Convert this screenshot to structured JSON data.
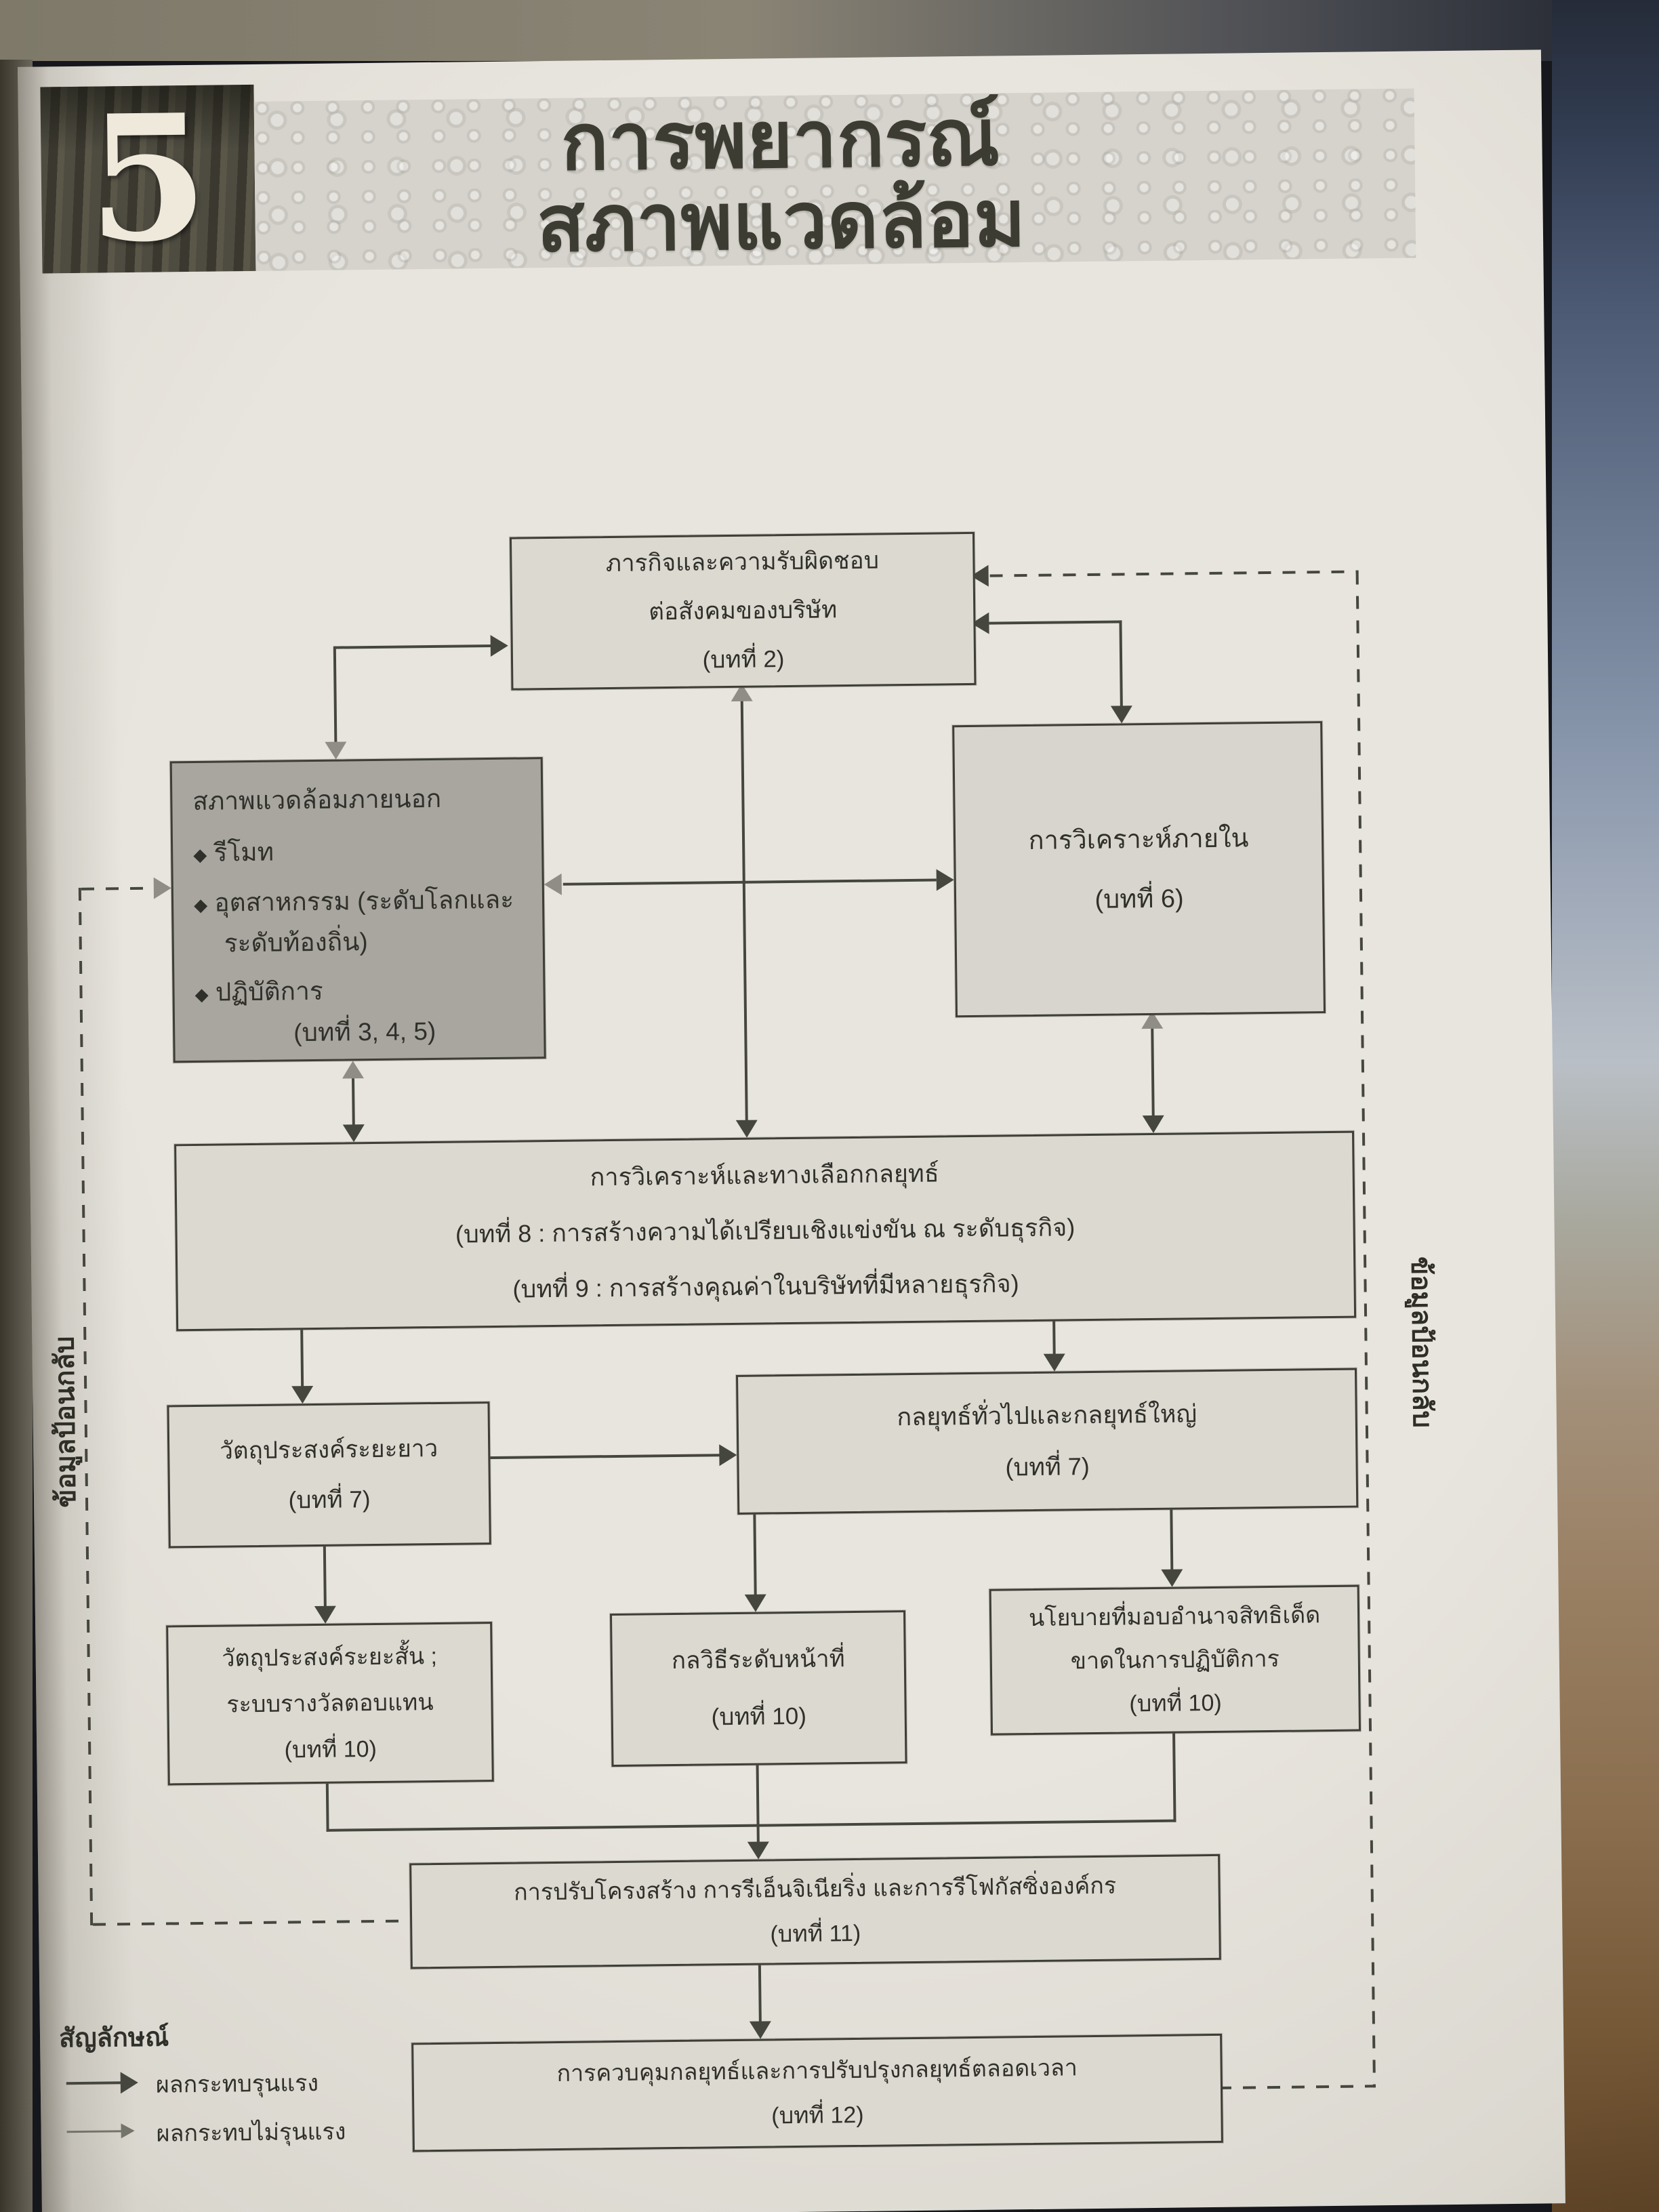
{
  "header": {
    "chapter_number": "5",
    "title_lines": [
      "การพยากรณ์",
      "สภาพแวดล้อม"
    ]
  },
  "diagram": {
    "boxes": {
      "mission": {
        "lines": [
          "ภารกิจและความรับผิดชอบ",
          "ต่อสังคมของบริษัท",
          "(บทที่ 2)"
        ]
      },
      "external_environment": {
        "title": "สภาพแวดล้อมภายนอก",
        "bullet_icon": "diamond-bullet",
        "bullets": [
          {
            "lines": [
              "รีโมท",
              ""
            ]
          },
          {
            "lines": [
              "อุตสาหกรรม (ระดับโลกและ",
              "ระดับท้องถิ่น)"
            ]
          },
          {
            "lines": [
              "ปฏิบัติการ",
              ""
            ]
          }
        ],
        "chapter": "(บทที่  3, 4, 5)"
      },
      "internal_analysis": {
        "lines": [
          "การวิเคราะห์ภายใน",
          "(บทที่ 6)"
        ]
      },
      "strategic_analysis": {
        "lines": [
          "การวิเคราะห์และทางเลือกกลยุทธ์",
          "(บทที่ 8 : การสร้างความได้เปรียบเชิงแข่งขัน ณ ระดับธุรกิจ)",
          "(บทที่  9 : การสร้างคุณค่าในบริษัทที่มีหลายธุรกิจ)"
        ]
      },
      "long_term_objectives": {
        "lines": [
          "วัตถุประสงค์ระยะยาว",
          "(บทที่ 7)"
        ]
      },
      "generic_grand_strategies": {
        "lines": [
          "กลยุทธ์ทั่วไปและกลยุทธ์ใหญ่",
          "(บทที่ 7)"
        ]
      },
      "short_term_objectives": {
        "lines": [
          "วัตถุประสงค์ระยะสั้น ;",
          "ระบบรางวัลตอบแทน",
          "(บทที่ 10)"
        ]
      },
      "functional_tactics": {
        "lines": [
          "กลวิธีระดับหน้าที่",
          "(บทที่ 10)"
        ]
      },
      "empowerment_policies": {
        "lines": [
          "นโยบายที่มอบอำนาจสิทธิเด็ด",
          "ขาดในการปฏิบัติการ",
          "(บทที่ 10)"
        ]
      },
      "restructuring": {
        "lines": [
          "การปรับโครงสร้าง การรีเอ็นจิเนียริ่ง และการรีโฟกัสซิ่งองค์กร",
          "(บทที่ 11)"
        ]
      },
      "strategic_control": {
        "lines": [
          "การควบคุมกลยุทธ์และการปรับปรุงกลยุทธ์ตลอดเวลา",
          "(บทที่ 12)"
        ]
      }
    },
    "side_labels": {
      "left": "ข้อมูลป้อนกลับ",
      "right": "ข้อมูลป้อนกลับ"
    },
    "legend": {
      "title": "สัญลักษณ์",
      "items": [
        {
          "symbol": "solid-arrow",
          "label": "ผลกระทบรุนแรง"
        },
        {
          "symbol": "light-arrow",
          "label": "ผลกระทบไม่รุนแรง"
        }
      ]
    },
    "connections": [
      {
        "from": "external_environment",
        "to": "mission",
        "style": "solid-elbow",
        "strength": "strong-into-mission, weak-into-external"
      },
      {
        "from": "feedback-right",
        "to": "mission",
        "style": "dashed",
        "strength": "strong"
      },
      {
        "from": "mission",
        "to": "internal_analysis",
        "style": "solid-elbow",
        "strength": "strong-both-ends"
      },
      {
        "from": "external_environment",
        "to": "internal_analysis",
        "style": "solid-horizontal",
        "strength": "strong-into-internal, weak-into-external"
      },
      {
        "from": "mission",
        "to": "strategic_analysis",
        "style": "solid-vertical",
        "strength": "strong-down, weak-up"
      },
      {
        "from": "external_environment",
        "to": "strategic_analysis",
        "style": "solid-vertical",
        "strength": "strong-down, weak-up"
      },
      {
        "from": "internal_analysis",
        "to": "strategic_analysis",
        "style": "solid-vertical",
        "strength": "strong-down, weak-up"
      },
      {
        "from": "strategic_analysis",
        "to": "long_term_objectives",
        "style": "solid-vertical",
        "strength": "strong"
      },
      {
        "from": "strategic_analysis",
        "to": "generic_grand_strategies",
        "style": "solid-vertical",
        "strength": "strong"
      },
      {
        "from": "long_term_objectives",
        "to": "generic_grand_strategies",
        "style": "solid-horizontal",
        "strength": "strong"
      },
      {
        "from": "long_term_objectives",
        "to": "short_term_objectives",
        "style": "solid-vertical",
        "strength": "strong"
      },
      {
        "from": "generic_grand_strategies",
        "to": "functional_tactics",
        "style": "solid-vertical",
        "strength": "strong"
      },
      {
        "from": "generic_grand_strategies",
        "to": "empowerment_policies",
        "style": "solid-vertical",
        "strength": "strong"
      },
      {
        "from": "short_term_objectives+functional_tactics+empowerment_policies",
        "to": "restructuring",
        "style": "solid-merge",
        "strength": "strong"
      },
      {
        "from": "restructuring",
        "to": "strategic_control",
        "style": "solid-vertical",
        "strength": "strong"
      },
      {
        "from": "feedback-left",
        "to": "external_environment",
        "style": "dashed",
        "strength": "weak"
      },
      {
        "from": "restructuring",
        "to": "feedback-left",
        "style": "dashed"
      },
      {
        "from": "strategic_control",
        "to": "feedback-right",
        "style": "dashed"
      }
    ]
  },
  "colors": {
    "paper": "#e2dfd7",
    "box_border": "#3e3e36",
    "box_fill": "#dcd9d1",
    "shaded_box_fill": "#a9a6a0",
    "strong_arrow": "#45463e",
    "light_arrow": "#8f8d85",
    "title_text": "#3c3c33",
    "chapter_panel": "#46443a",
    "banner_bg": "#d6d3cc"
  }
}
